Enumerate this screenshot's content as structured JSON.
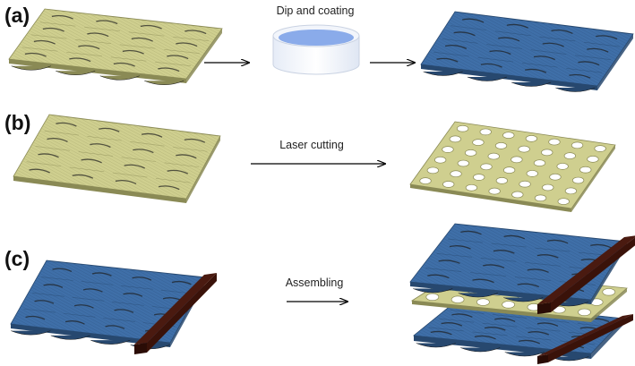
{
  "panels": [
    {
      "id": "a",
      "label": "(a)",
      "step": "Dip and coating"
    },
    {
      "id": "b",
      "label": "(b)",
      "step": "Laser cutting"
    },
    {
      "id": "c",
      "label": "(c)",
      "step": "Assembling"
    }
  ],
  "colors": {
    "fabric_raw_top": "#cfcf8f",
    "fabric_raw_side": "#8a8a55",
    "fabric_coated_top": "#3f6fa8",
    "fabric_coated_side": "#27486f",
    "electrode": "#4a1a10",
    "dish_liquid": "#7ea3e8",
    "arrow": "#000000"
  }
}
